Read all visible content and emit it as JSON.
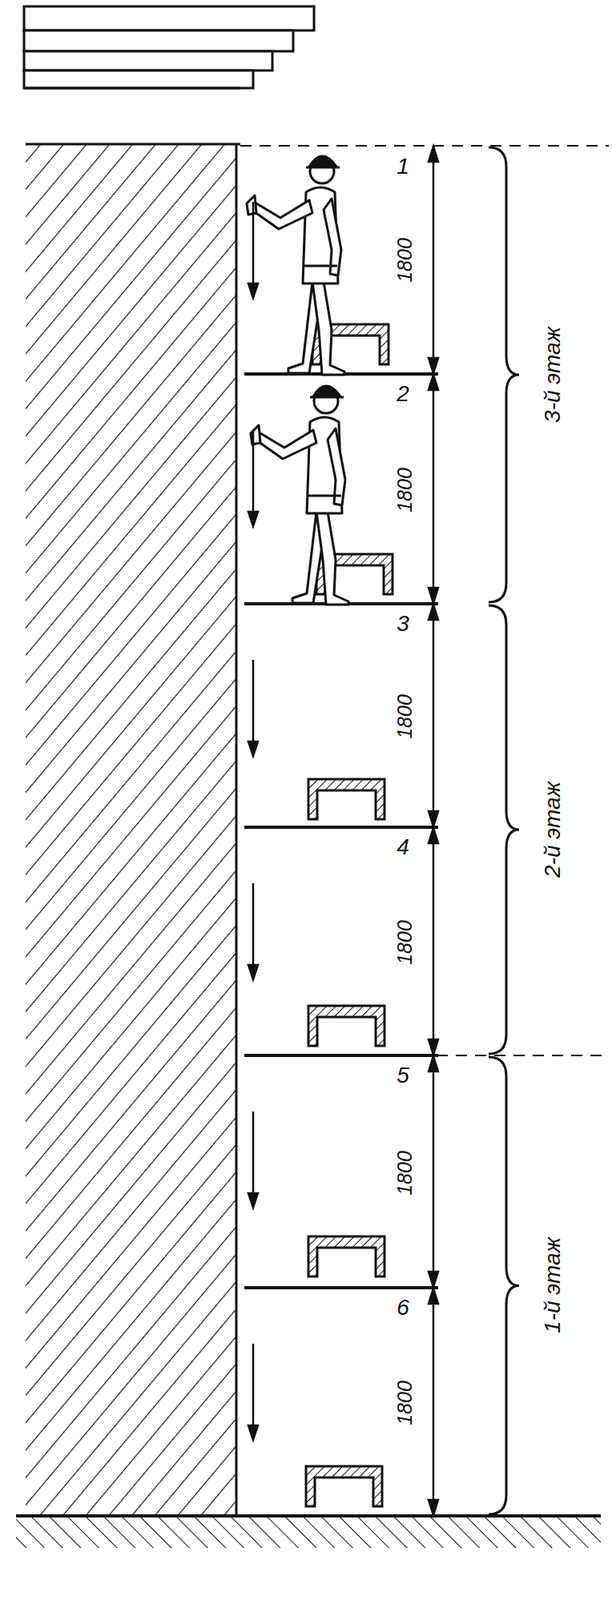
{
  "diagram": {
    "labels": [
      "1",
      "1800",
      "2",
      "1800",
      "3",
      "1800",
      "4",
      "1800",
      "5",
      "1800",
      "6",
      "1800",
      "3-й этаж",
      "2-й этаж",
      "1-й этаж"
    ]
  }
}
